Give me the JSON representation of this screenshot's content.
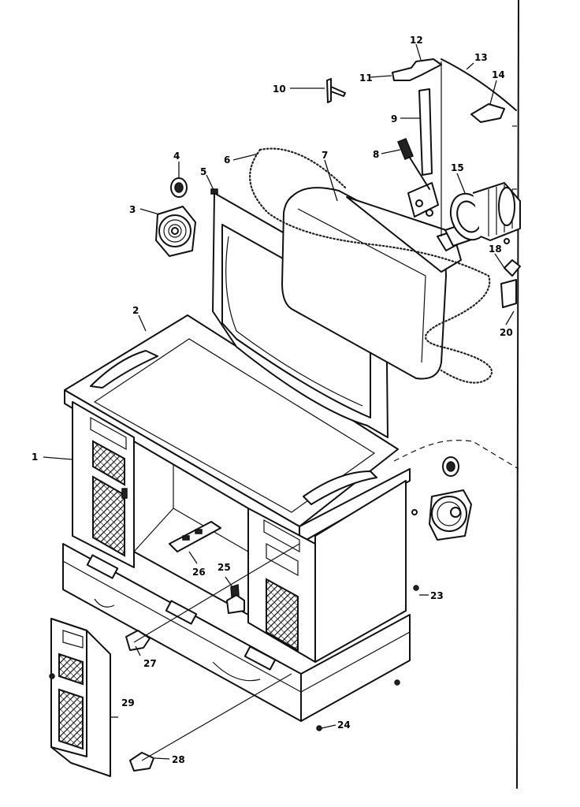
{
  "diagram": {
    "callouts": [
      {
        "id": "c1",
        "label": "1"
      },
      {
        "id": "c2",
        "label": "2"
      },
      {
        "id": "c3",
        "label": "3"
      },
      {
        "id": "c4",
        "label": "4"
      },
      {
        "id": "c5",
        "label": "5"
      },
      {
        "id": "c6",
        "label": "6"
      },
      {
        "id": "c7",
        "label": "7"
      },
      {
        "id": "c8",
        "label": "8"
      },
      {
        "id": "c9",
        "label": "9"
      },
      {
        "id": "c10",
        "label": "10"
      },
      {
        "id": "c11",
        "label": "11"
      },
      {
        "id": "c12",
        "label": "12"
      },
      {
        "id": "c13",
        "label": "13"
      },
      {
        "id": "c14",
        "label": "14"
      },
      {
        "id": "c15",
        "label": "15"
      },
      {
        "id": "c18",
        "label": "18"
      },
      {
        "id": "c20",
        "label": "20"
      },
      {
        "id": "c23",
        "label": "23"
      },
      {
        "id": "c24",
        "label": "24"
      },
      {
        "id": "c25",
        "label": "25"
      },
      {
        "id": "c26",
        "label": "26"
      },
      {
        "id": "c27",
        "label": "27"
      },
      {
        "id": "c28",
        "label": "28"
      },
      {
        "id": "c29",
        "label": "29"
      }
    ]
  }
}
